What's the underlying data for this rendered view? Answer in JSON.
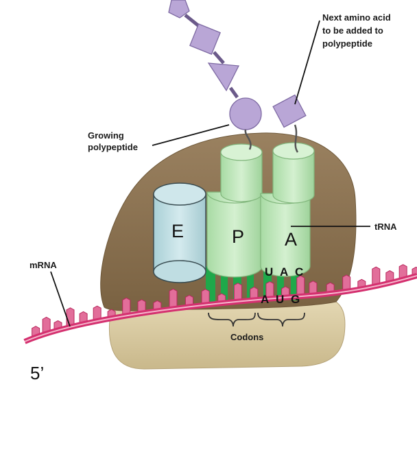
{
  "labels": {
    "next_amino_acid": [
      "Next amino acid",
      "to be added to",
      "polypeptide"
    ],
    "growing_polypeptide": [
      "Growing",
      "polypeptide"
    ],
    "trna": "tRNA",
    "mrna": "mRNA",
    "codons": "Codons",
    "five_prime": "5’"
  },
  "sites": {
    "e": "E",
    "p": "P",
    "a": "A"
  },
  "anticodon": [
    "U",
    "A",
    "C"
  ],
  "codon": [
    "A",
    "U",
    "G"
  ],
  "colors": {
    "large_subunit": "#8c7350",
    "small_subunit": "#d8c9a0",
    "e_site_trna": "#bfdde2",
    "trna_green": "#bce5b8",
    "pairing_green": "#1fa84a",
    "mrna_pink": "#e0447f",
    "amino_acid": "#b9a6d6"
  }
}
